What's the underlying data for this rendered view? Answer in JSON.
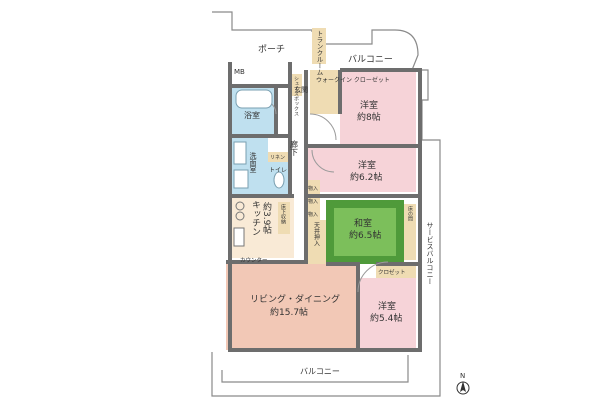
{
  "colors": {
    "western_room": "#f6d3d8",
    "living": "#f2c8b6",
    "kitchen": "#f9ead6",
    "water": "#bfe0ef",
    "storage": "#efdcb3",
    "tatami": "#4f9a3a",
    "tatami_inner": "#7cbf5b",
    "wall": "#6d6d6d"
  },
  "rooms": {
    "porch": "ポーチ",
    "trunk_room": "トランクルーム",
    "balcony_top": "バルコニー",
    "mb": "MB",
    "entrance": "玄関",
    "shoe_box": "シューズボックス",
    "walk_in_closet": "ウォークイン クローゼット",
    "western1_name": "洋室",
    "western1_size": "約8帖",
    "bath": "浴室",
    "hallway": "廊下",
    "western2_name": "洋室",
    "western2_size": "約6.2帖",
    "washroom": "洗面室",
    "linen": "リネン",
    "toilet": "トイレ",
    "storage_a": "物入",
    "storage_b": "物入",
    "storage_c": "物入",
    "pantry": "床下収納",
    "kitchen_name": "キッチン",
    "kitchen_size": "約3.9帖",
    "japanese_name": "和室",
    "japanese_size": "約6.5帖",
    "ceiling_closet": "天井押入",
    "small_closet": "床の間",
    "counter": "カウンター",
    "closet": "クロゼット",
    "service_balcony": "サービスバルコニー",
    "living_name": "リビング・ダイニング",
    "living_size": "約15.7帖",
    "western3_name": "洋室",
    "western3_size": "約5.4帖",
    "balcony_bottom": "バルコニー",
    "north": "N"
  }
}
